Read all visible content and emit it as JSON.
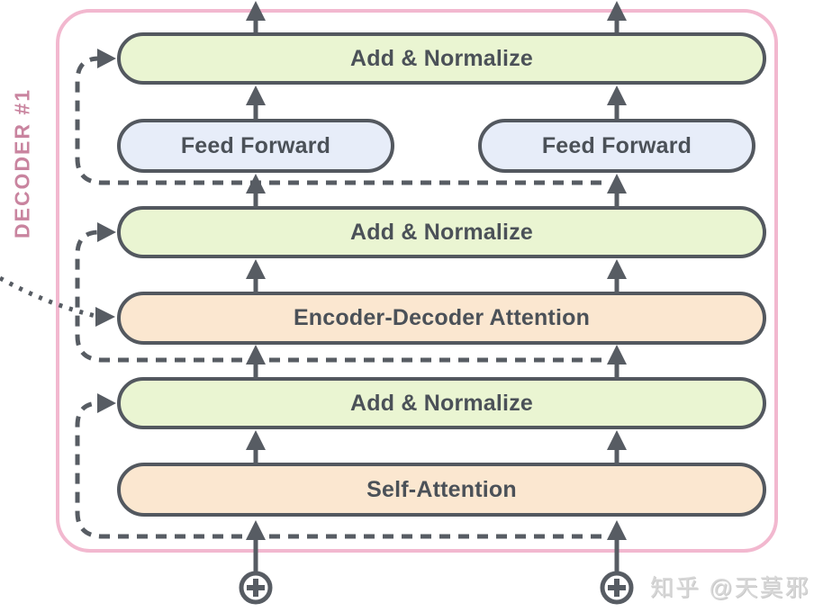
{
  "diagram": {
    "decoder_label": "DECODER #1",
    "blocks": {
      "add_normalize_top": "Add & Normalize",
      "feed_forward_left": "Feed Forward",
      "feed_forward_right": "Feed Forward",
      "add_normalize_mid": "Add & Normalize",
      "encoder_decoder_attention": "Encoder-Decoder Attention",
      "add_normalize_bottom": "Add & Normalize",
      "self_attention": "Self-Attention"
    },
    "icons": {
      "residual_add_left": "circled-plus",
      "residual_add_right": "circled-plus"
    },
    "flow": [
      "input-left ⊕ -> Self-Attention",
      "input-right ⊕ -> Self-Attention",
      "Self-Attention -> Add & Normalize (bottom)",
      "Add & Normalize (bottom) -> Encoder-Decoder Attention",
      "encoder context (dotted, from left) -> Encoder-Decoder Attention",
      "Encoder-Decoder Attention -> Add & Normalize (mid)",
      "Add & Normalize (mid) -> Feed Forward (left, right)",
      "Feed Forward -> Add & Normalize (top)",
      "Add & Normalize (top) -> out (top)",
      "dashed residual skip lines feed each Add & Normalize"
    ],
    "colors": {
      "add_normalize_fill": "#eaf5d2",
      "feed_forward_fill": "#e7edf9",
      "attention_fill": "#fbe7d0",
      "block_border": "#53585f",
      "block_text": "#4b5158",
      "arrow": "#575c63",
      "decoder_border": "#f2b8cf",
      "decoder_label": "#c9849f",
      "watermark_color": "#d7d7d7"
    }
  },
  "watermark": {
    "text": "知乎 @天莫邪"
  }
}
